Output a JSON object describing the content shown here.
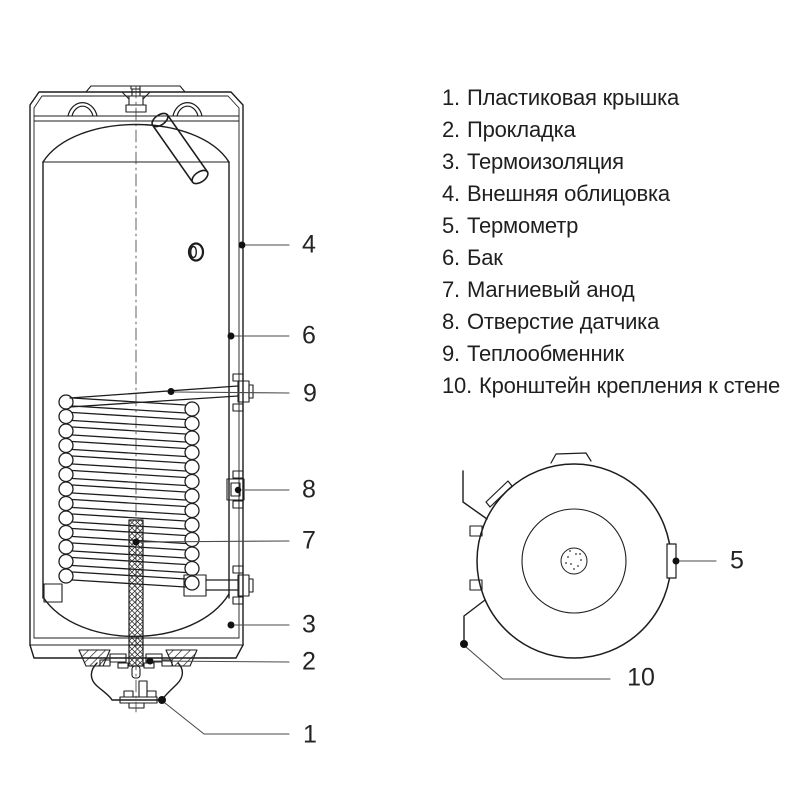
{
  "colors": {
    "background": "#ffffff",
    "drawing_line": "#1d1d1d",
    "callout_line": "#4a4a4a",
    "text": "#1f1f1f"
  },
  "legend": {
    "items": [
      {
        "number": "1.",
        "label": "Пластиковая крышка"
      },
      {
        "number": "2.",
        "label": "Прокладка"
      },
      {
        "number": "3.",
        "label": "Термоизоляция"
      },
      {
        "number": "4.",
        "label": "Внешняя облицовка"
      },
      {
        "number": "5.",
        "label": "Термометр"
      },
      {
        "number": "6.",
        "label": "Бак"
      },
      {
        "number": "7.",
        "label": "Магниевый анод"
      },
      {
        "number": "8.",
        "label": "Отверстие датчика"
      },
      {
        "number": "9.",
        "label": "Теплообменник"
      },
      {
        "number": "10.",
        "label": "Кронштейн крепления к стене"
      }
    ]
  },
  "main_view": {
    "callouts": [
      {
        "number": "4"
      },
      {
        "number": "6"
      },
      {
        "number": "9"
      },
      {
        "number": "8"
      },
      {
        "number": "7"
      },
      {
        "number": "3"
      },
      {
        "number": "2"
      },
      {
        "number": "1"
      }
    ]
  },
  "top_view": {
    "callouts": [
      {
        "number": "5"
      },
      {
        "number": "10"
      }
    ]
  }
}
